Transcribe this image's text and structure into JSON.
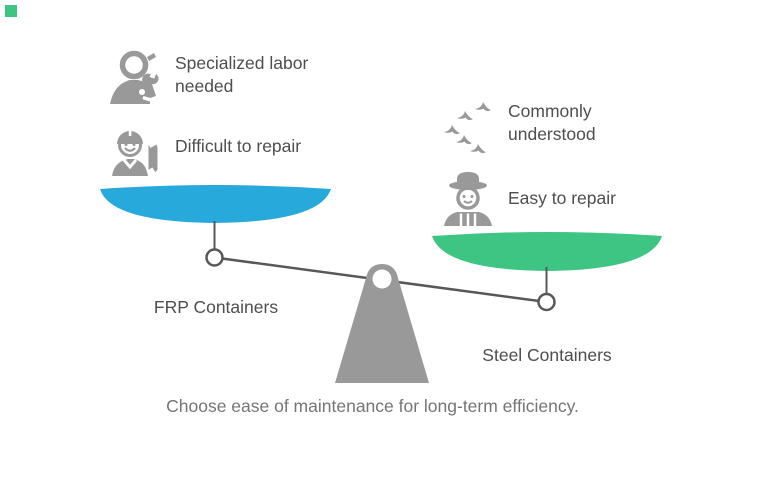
{
  "colors": {
    "left_pan": "#27aadb",
    "right_pan": "#3ec483",
    "fulcrum_gray": "#999999",
    "icon_gray": "#999999",
    "beam_stroke": "#57585a",
    "text_dark": "#4e4e50",
    "caption_gray": "#757575",
    "corner_mark": "#3ec483",
    "white": "#ffffff"
  },
  "left": {
    "pan_label": "FRP Containers",
    "features": [
      {
        "icon": "technician-wrench-icon",
        "label": "Specialized labor needed"
      },
      {
        "icon": "worker-wrench-icon",
        "label": "Difficult to repair"
      }
    ]
  },
  "right": {
    "pan_label": "Steel Containers",
    "features": [
      {
        "icon": "birds-flock-icon",
        "label": "Commonly understood"
      },
      {
        "icon": "farmer-icon",
        "label": "Easy to repair"
      }
    ]
  },
  "caption": "Choose ease of maintenance for long-term efficiency."
}
